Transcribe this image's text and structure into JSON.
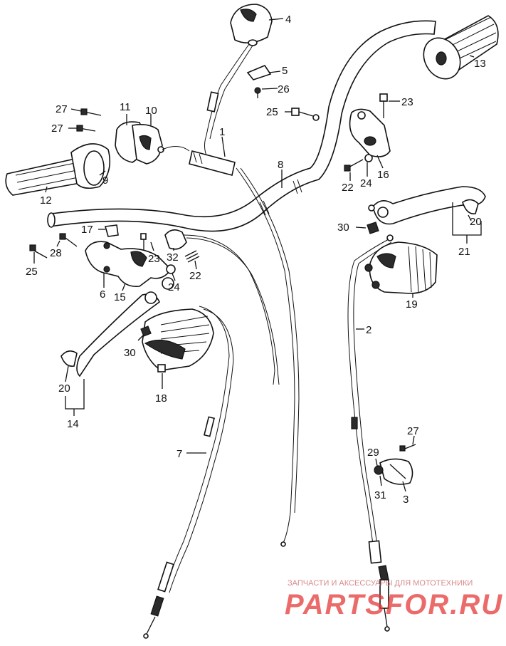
{
  "diagram": {
    "callouts": [
      {
        "id": "c4",
        "text": "4"
      },
      {
        "id": "c5",
        "text": "5"
      },
      {
        "id": "c26",
        "text": "26"
      },
      {
        "id": "c13",
        "text": "13"
      },
      {
        "id": "c23a",
        "text": "23"
      },
      {
        "id": "c25a",
        "text": "25"
      },
      {
        "id": "c27a",
        "text": "27"
      },
      {
        "id": "c27b",
        "text": "27"
      },
      {
        "id": "c11",
        "text": "11"
      },
      {
        "id": "c10",
        "text": "10"
      },
      {
        "id": "c1",
        "text": "1"
      },
      {
        "id": "c8",
        "text": "8"
      },
      {
        "id": "c9",
        "text": "9"
      },
      {
        "id": "c12",
        "text": "12"
      },
      {
        "id": "c22a",
        "text": "22"
      },
      {
        "id": "c24a",
        "text": "24"
      },
      {
        "id": "c16",
        "text": "16"
      },
      {
        "id": "c17",
        "text": "17"
      },
      {
        "id": "c28",
        "text": "28"
      },
      {
        "id": "c25b",
        "text": "25"
      },
      {
        "id": "c23b",
        "text": "23"
      },
      {
        "id": "c32",
        "text": "32"
      },
      {
        "id": "c22b",
        "text": "22"
      },
      {
        "id": "c24b",
        "text": "24"
      },
      {
        "id": "c6",
        "text": "6"
      },
      {
        "id": "c15",
        "text": "15"
      },
      {
        "id": "c30a",
        "text": "30"
      },
      {
        "id": "c20a",
        "text": "20"
      },
      {
        "id": "c21",
        "text": "21"
      },
      {
        "id": "c19",
        "text": "19"
      },
      {
        "id": "c2",
        "text": "2"
      },
      {
        "id": "c30b",
        "text": "30"
      },
      {
        "id": "c18",
        "text": "18"
      },
      {
        "id": "c20b",
        "text": "20"
      },
      {
        "id": "c14",
        "text": "14"
      },
      {
        "id": "c7",
        "text": "7"
      },
      {
        "id": "c27c",
        "text": "27"
      },
      {
        "id": "c29",
        "text": "29"
      },
      {
        "id": "c31",
        "text": "31"
      },
      {
        "id": "c3",
        "text": "3"
      }
    ]
  },
  "watermark": {
    "tagline": "ЗАПЧАСТИ И АКСЕССУАРЫ ДЛЯ МОТОТЕХНИКИ",
    "logo": "PARTSFOR.RU",
    "color": "#e43a3a"
  }
}
